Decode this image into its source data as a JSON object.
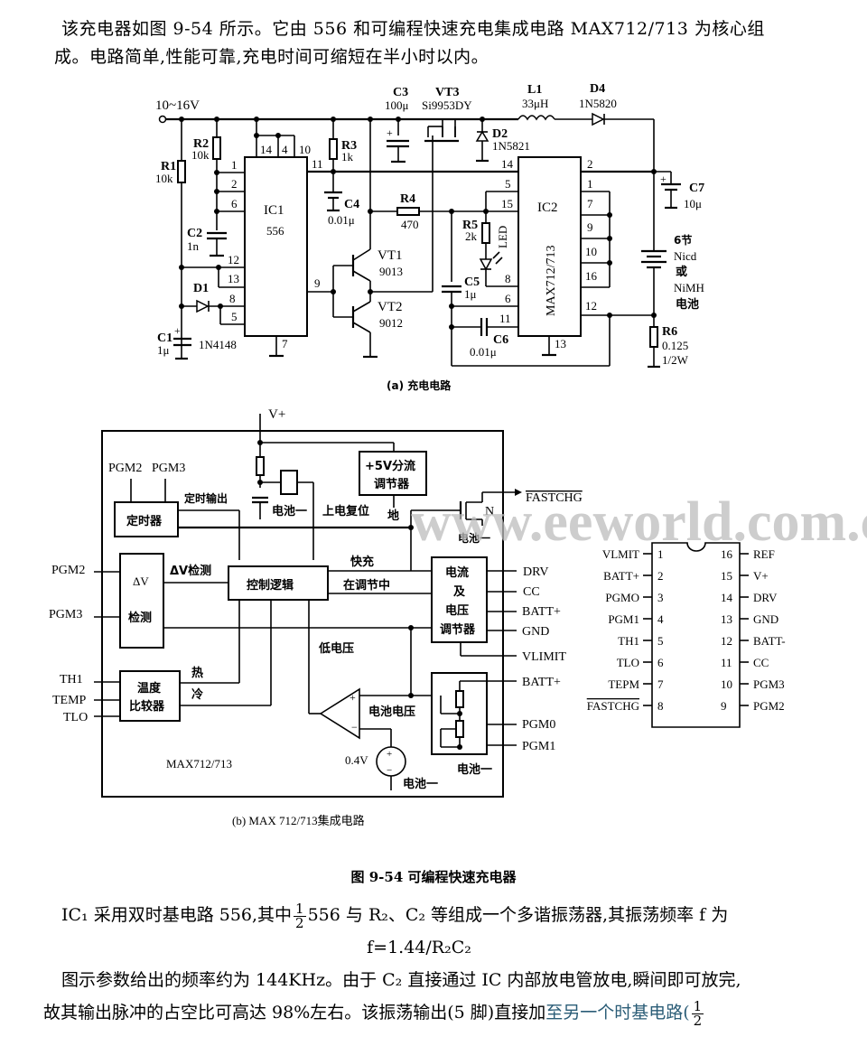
{
  "intro": {
    "line1": "该充电器如图 9-54 所示。它由 556 和可编程快速充电集成电路 MAX712/713 为核心组",
    "line2": "成。电路简单,性能可靠,充电时间可缩短在半小时以内。"
  },
  "circuit_a": {
    "caption": "(a) 充电电路",
    "supply": "10~16V",
    "components": {
      "R1": {
        "name": "R1",
        "value": "10k"
      },
      "R2": {
        "name": "R2",
        "value": "10k"
      },
      "R3": {
        "name": "R3",
        "value": "1k"
      },
      "R4": {
        "name": "R4",
        "value": "470"
      },
      "R5": {
        "name": "R5",
        "value": "2k"
      },
      "R6": {
        "name": "R6",
        "value": "0.125",
        "rating": "1/2W"
      },
      "C1": {
        "name": "C1",
        "value": "1μ"
      },
      "C2": {
        "name": "C2",
        "value": "1n"
      },
      "C3": {
        "name": "C3",
        "value": "100μ"
      },
      "C4": {
        "name": "C4",
        "value": "0.01μ"
      },
      "C5": {
        "name": "C5",
        "value": "1μ"
      },
      "C6": {
        "name": "C6",
        "value": "0.01μ"
      },
      "C7": {
        "name": "C7",
        "value": "10μ"
      },
      "L1": {
        "name": "L1",
        "value": "33μH"
      },
      "D1": {
        "name": "D1",
        "value": "1N4148"
      },
      "D2": {
        "name": "D2",
        "value": "1N5821"
      },
      "D4": {
        "name": "D4",
        "value": "1N5820"
      },
      "VT1": {
        "name": "VT1",
        "value": "9013"
      },
      "VT2": {
        "name": "VT2",
        "value": "9012"
      },
      "VT3": {
        "name": "VT3",
        "value": "Si9953DY"
      },
      "LED": {
        "name": "LED"
      },
      "IC1": {
        "name": "IC1",
        "value": "556"
      },
      "IC2": {
        "name": "IC2",
        "value": "MAX712/713"
      }
    },
    "battery": [
      "6节",
      "Nicd",
      "或",
      "NiMH",
      "电池"
    ],
    "ic1_pins": [
      "14",
      "4",
      "10",
      "1",
      "2",
      "6",
      "12",
      "13",
      "8",
      "5",
      "11",
      "9",
      "7"
    ],
    "ic2_pins": [
      "14",
      "5",
      "15",
      "8",
      "6",
      "11",
      "2",
      "1",
      "7",
      "9",
      "10",
      "16",
      "12",
      "13"
    ]
  },
  "circuit_b": {
    "caption": "(b) MAX 712/713集成电路",
    "vplus": "V+",
    "chip_label": "MAX712/713",
    "blocks": {
      "timer": "定时器",
      "shunt": [
        "+5V分流",
        "调节器"
      ],
      "dv": [
        "ΔV",
        "检测"
      ],
      "logic": "控制逻辑",
      "regulator": [
        "电流",
        "及",
        "电压",
        "调节器"
      ],
      "temp": [
        "温度",
        "比较器"
      ]
    },
    "signals": {
      "timer_out": "定时输出",
      "dv_detect": "ΔV检测",
      "fast": "快充",
      "regulating": "在调节中",
      "low_voltage": "低电压",
      "hot": "热",
      "cold": "冷",
      "batt_voltage": "电池电压",
      "batt_minus": "电池一",
      "power_reset": "上电复位",
      "ground": "地",
      "ref": "0.4V",
      "n": "N"
    },
    "inputs_left": [
      "PGM2",
      "PGM3",
      "TH1",
      "TEMP",
      "TLO"
    ],
    "inputs_top": [
      "PGM2",
      "PGM3"
    ],
    "outputs_right": [
      "FASTCHG",
      "DRV",
      "CC",
      "BATT+",
      "GND",
      "VLIMIT",
      "BATT+",
      "PGM0",
      "PGM1"
    ]
  },
  "pinout": {
    "left": [
      {
        "pin": "1",
        "name": "VLMIT"
      },
      {
        "pin": "2",
        "name": "BATT+"
      },
      {
        "pin": "3",
        "name": "PGMO"
      },
      {
        "pin": "4",
        "name": "PGM1"
      },
      {
        "pin": "5",
        "name": "TH1"
      },
      {
        "pin": "6",
        "name": "TLO"
      },
      {
        "pin": "7",
        "name": "TEPM"
      },
      {
        "pin": "8",
        "name": "FASTCHG"
      }
    ],
    "right": [
      {
        "pin": "16",
        "name": "REF"
      },
      {
        "pin": "15",
        "name": "V+"
      },
      {
        "pin": "14",
        "name": "DRV"
      },
      {
        "pin": "13",
        "name": "GND"
      },
      {
        "pin": "12",
        "name": "BATT-"
      },
      {
        "pin": "11",
        "name": "CC"
      },
      {
        "pin": "10",
        "name": "PGM3"
      },
      {
        "pin": "9",
        "name": "PGM2"
      }
    ]
  },
  "watermark": "www.eeworld.com.cn",
  "figure_title": "图 9-54   可编程快速充电器",
  "body": {
    "l1a": "IC₁ 采用双时基电路 556,其中",
    "frac_num": "1",
    "frac_den": "2",
    "l1b": "556 与 R₂、C₂ 等组成一个多谐振荡器,其振荡频率 f 为",
    "formula": "f=1.44/R₂C₂",
    "l3": "图示参数给出的频率约为 144KHz。由于 C₂ 直接通过 IC 内部放电管放电,瞬间即可放完,",
    "l4a": "故其输出脉冲的占空比可高达 98%左右。该振荡输出(5 脚)直接加",
    "l4b": "至另一个时基电路("
  }
}
